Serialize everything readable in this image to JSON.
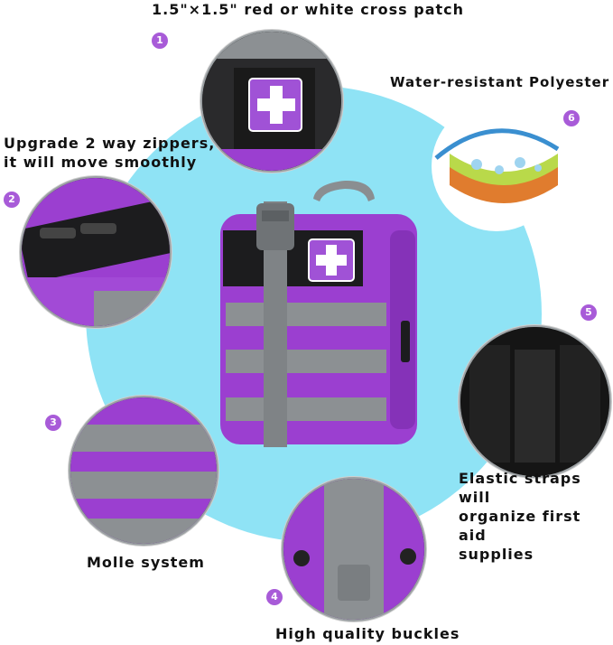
{
  "features": [
    {
      "number": "1",
      "text": "1.5\"×1.5\" red or white cross patch"
    },
    {
      "number": "2",
      "text_lines": [
        "Upgrade 2 way zippers,",
        "it will move smoothly"
      ]
    },
    {
      "number": "3",
      "text": "Molle system"
    },
    {
      "number": "4",
      "text": "High quality buckles"
    },
    {
      "number": "5",
      "text_lines": [
        "Elastic straps will",
        "organize first aid",
        "supplies"
      ]
    },
    {
      "number": "6",
      "text": "Water-resistant Polyester"
    }
  ],
  "colors": {
    "background_circle": "#8fe3f5",
    "pouch_purple": "#9b3fd0",
    "strap_gray": "#8c9093",
    "badge": "#a85bd8"
  }
}
